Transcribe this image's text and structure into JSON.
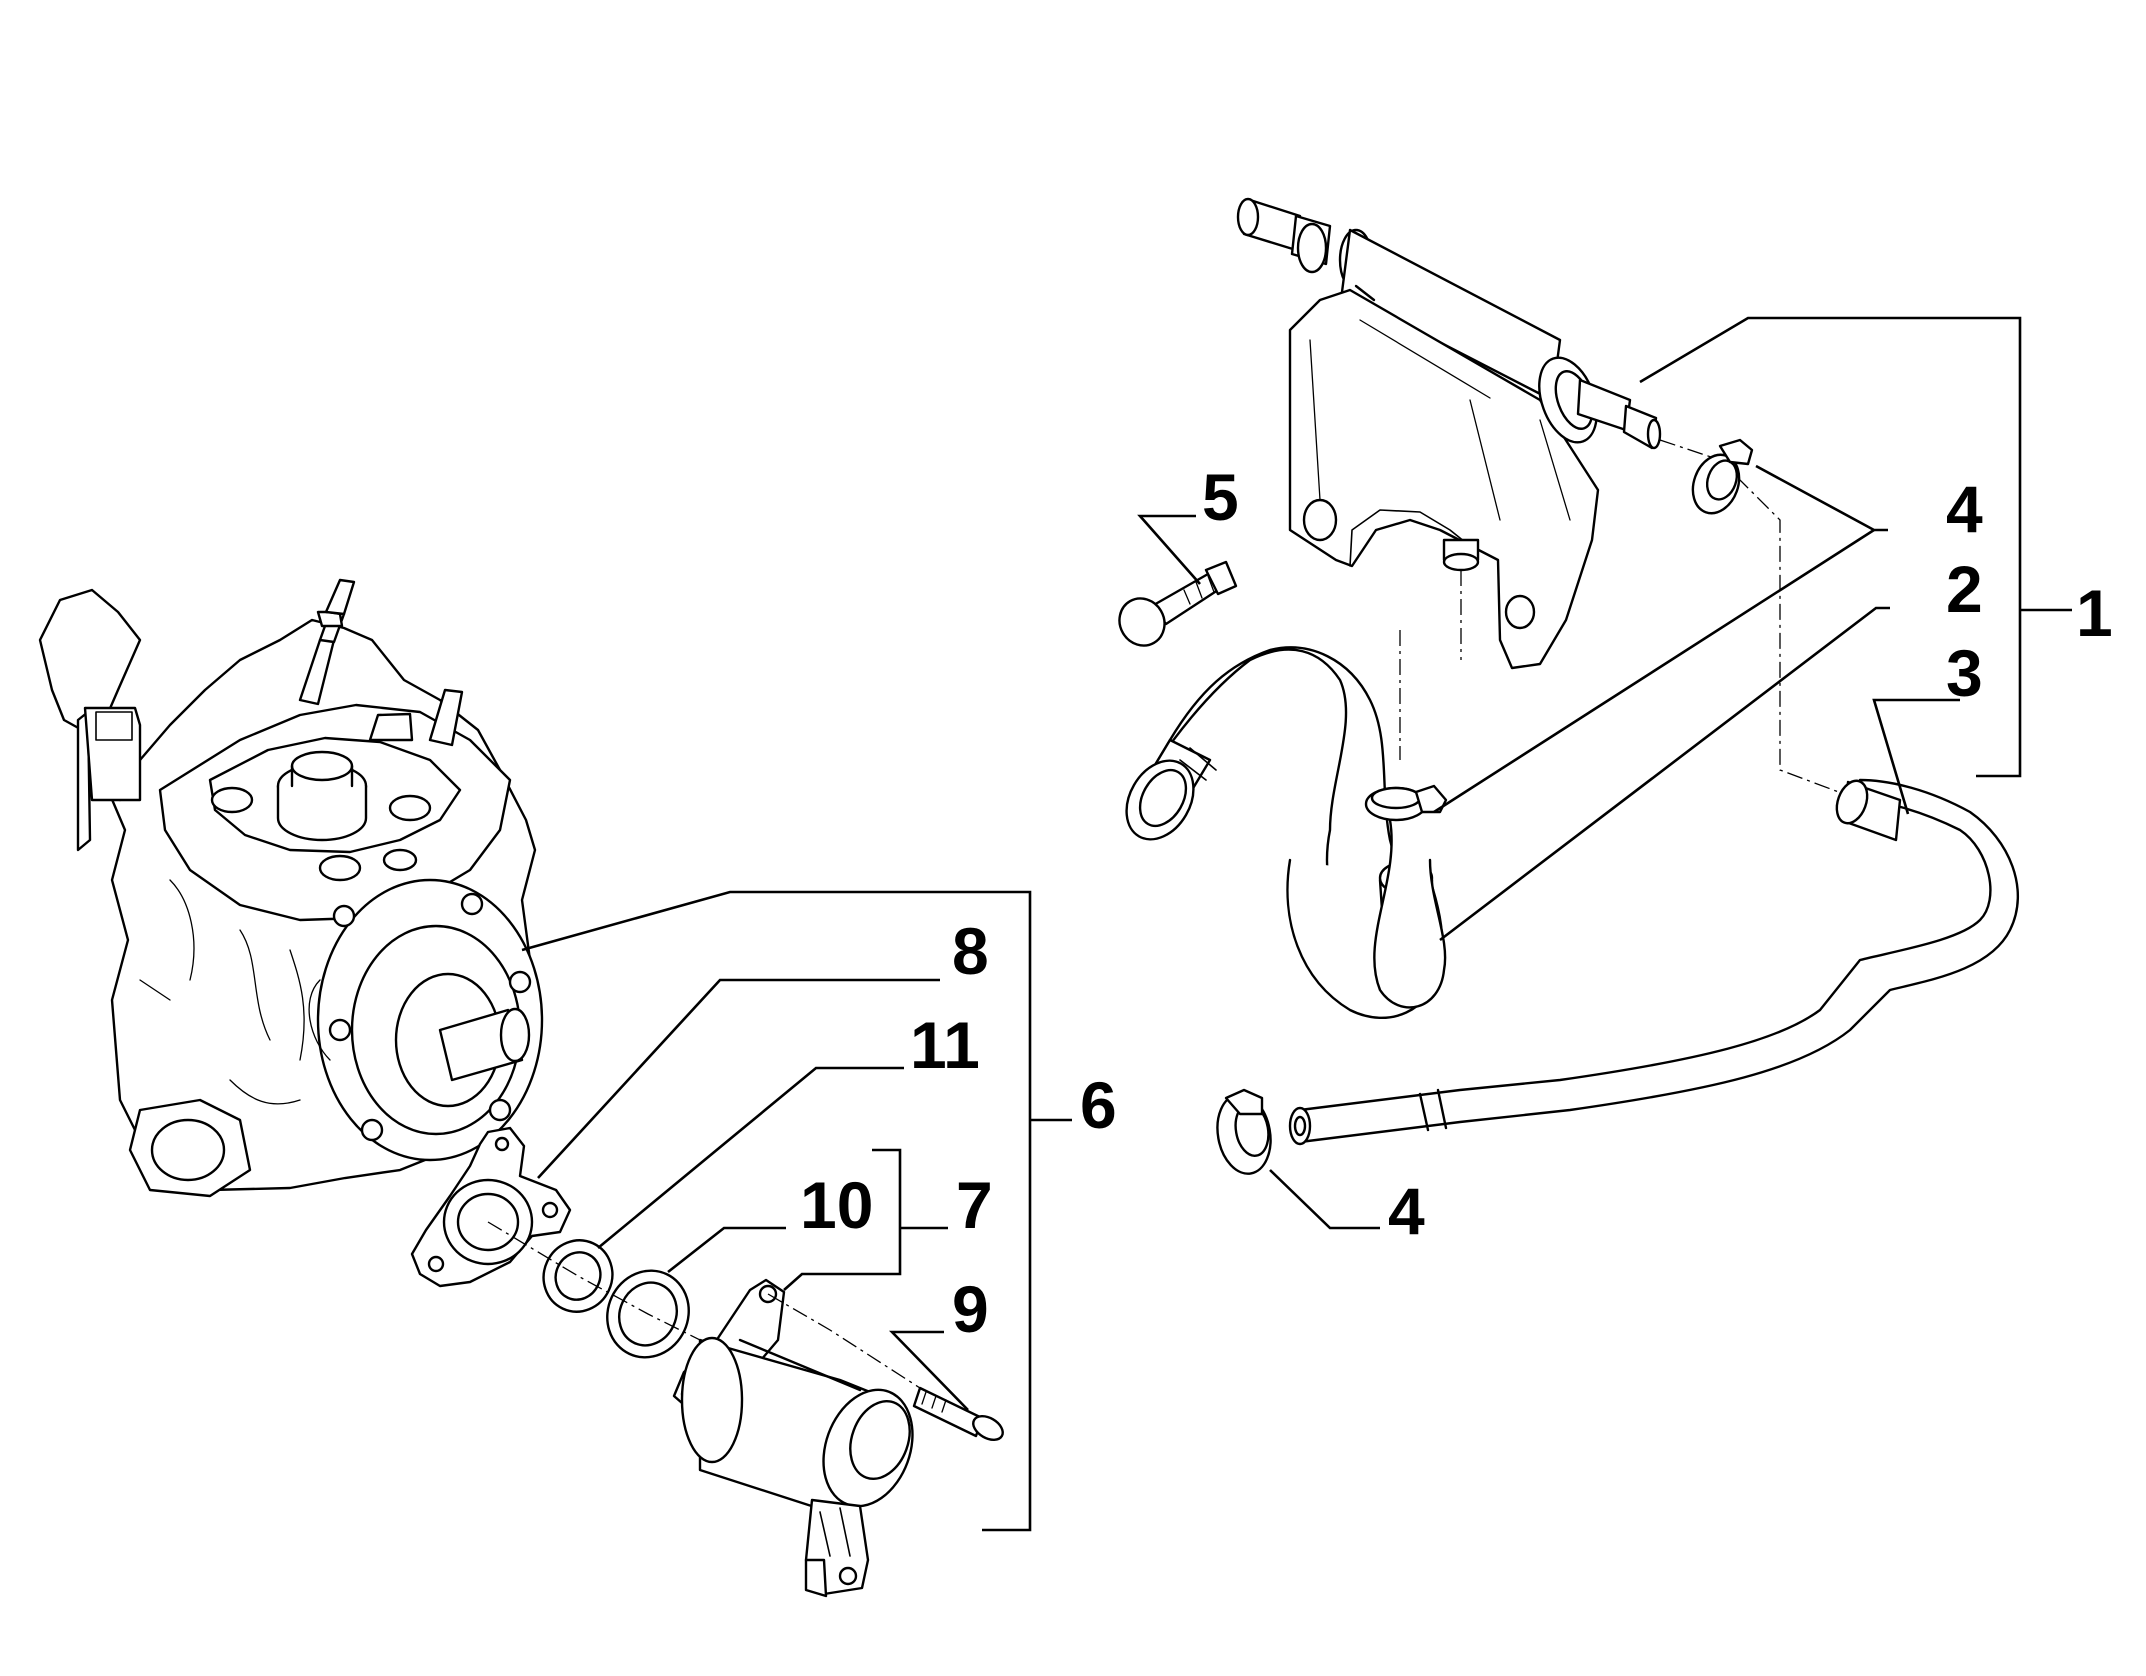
{
  "callouts": {
    "c1": "1",
    "c2": "2",
    "c3": "3",
    "c4a": "4",
    "c4b": "4",
    "c5": "5",
    "c6": "6",
    "c7": "7",
    "c8": "8",
    "c9": "9",
    "c10": "10",
    "c11": "11"
  },
  "colors": {
    "line": "#000000",
    "background": "#ffffff"
  }
}
